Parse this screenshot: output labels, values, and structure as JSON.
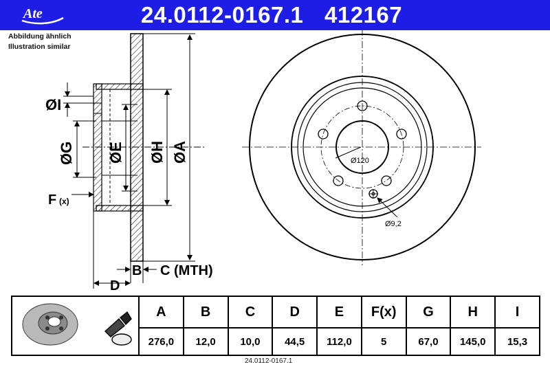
{
  "header": {
    "brand": "Ate",
    "part_number": "24.0112-0167.1",
    "ref_number": "412167",
    "color": "#1d1de6"
  },
  "notes": {
    "de": "Abbildung ähnlich",
    "en": "Illustration similar"
  },
  "drawing_labels": {
    "I": "ØI",
    "G": "ØG",
    "E": "ØE",
    "H": "ØH",
    "A": "ØA",
    "F": "F",
    "F_sub": "(x)",
    "B": "B",
    "C": "C (MTH)",
    "D": "D",
    "bolt_circle": "Ø120",
    "hole": "Ø9,2"
  },
  "table": {
    "headers": [
      "A",
      "B",
      "C",
      "D",
      "E",
      "F(x)",
      "G",
      "H",
      "I"
    ],
    "values": [
      "276,0",
      "12,0",
      "10,0",
      "44,5",
      "112,0",
      "5",
      "67,0",
      "145,0",
      "15,3"
    ]
  },
  "footer_code": "24.0112-0167.1"
}
